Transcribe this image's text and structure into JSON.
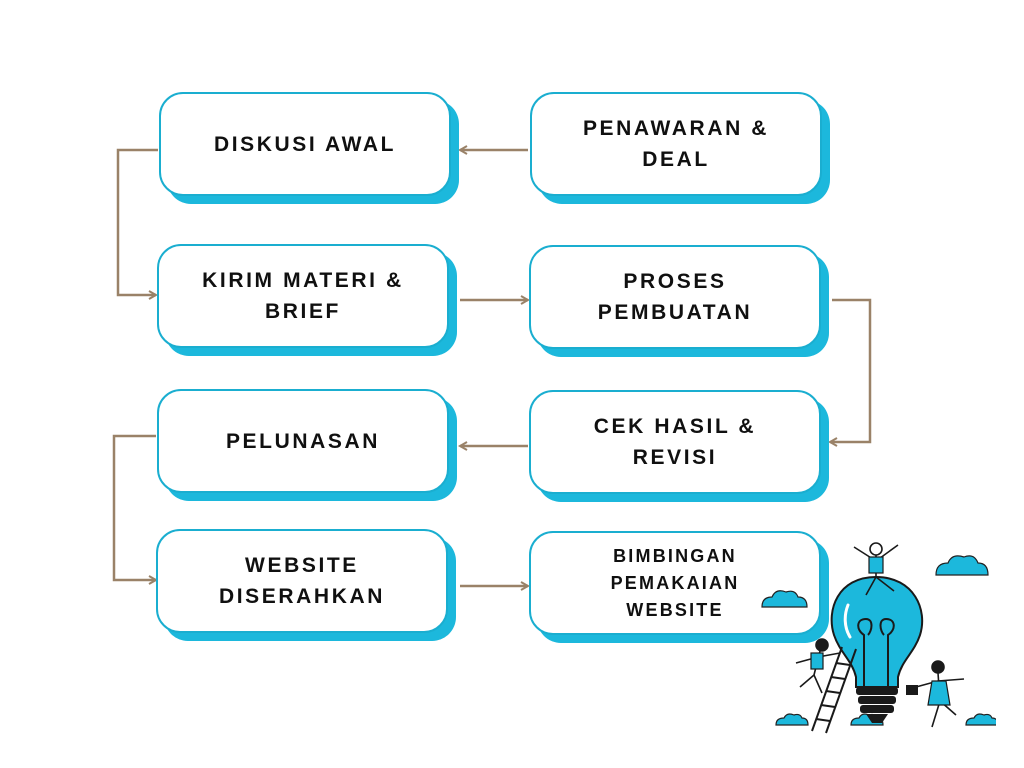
{
  "diagram": {
    "colors": {
      "card_border": "#1aaed0",
      "card_shadow": "#1cb8dc",
      "arrow": "#9a8268",
      "text": "#101010"
    },
    "steps": [
      {
        "id": "diskusi-awal",
        "label": "DISKUSI AWAL"
      },
      {
        "id": "penawaran-deal",
        "label": "PENAWARAN &\nDEAL"
      },
      {
        "id": "kirim-materi",
        "label": "KIRIM MATERI &\nBRIEF"
      },
      {
        "id": "proses-pembuatan",
        "label": "PROSES\nPEMBUATAN"
      },
      {
        "id": "pelunasan",
        "label": "PELUNASAN"
      },
      {
        "id": "cek-hasil",
        "label": "CEK HASIL &\nREVISI"
      },
      {
        "id": "website-diserahkan",
        "label": "WEBSITE\nDISERAHKAN"
      },
      {
        "id": "bimbingan",
        "label": "BIMBINGAN\nPEMAKAIAN\nWEBSITE"
      }
    ],
    "flow": [
      [
        "penawaran-deal",
        "diskusi-awal"
      ],
      [
        "diskusi-awal",
        "kirim-materi"
      ],
      [
        "kirim-materi",
        "proses-pembuatan"
      ],
      [
        "proses-pembuatan",
        "cek-hasil"
      ],
      [
        "cek-hasil",
        "pelunasan"
      ],
      [
        "pelunasan",
        "website-diserahkan"
      ],
      [
        "website-diserahkan",
        "bimbingan"
      ]
    ],
    "illustration": {
      "icon": "lightbulb-people-illustration-icon"
    }
  }
}
